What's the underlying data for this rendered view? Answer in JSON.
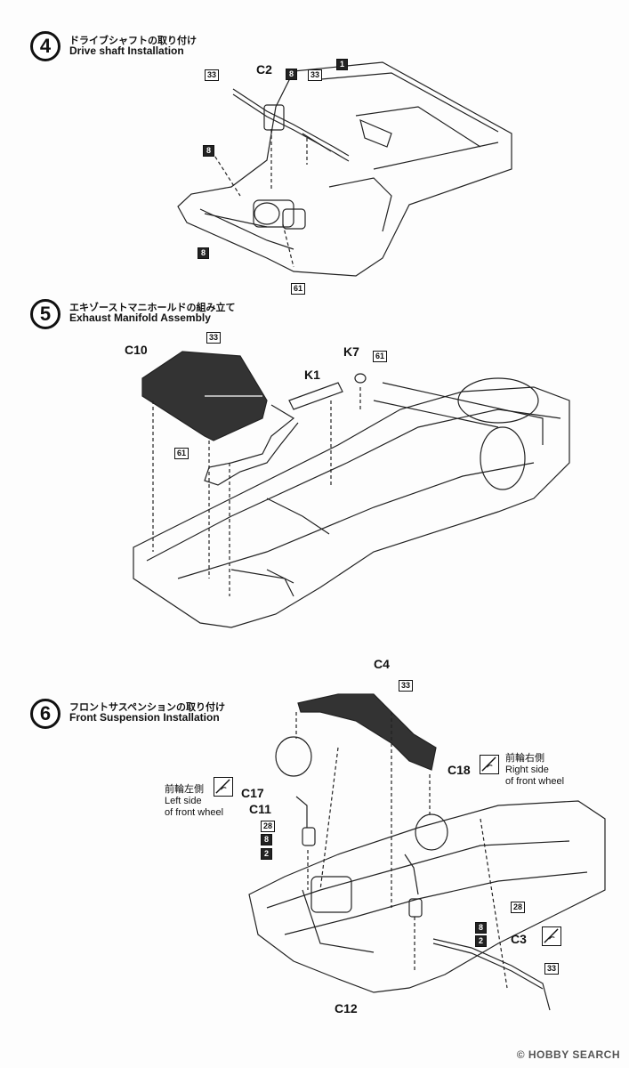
{
  "steps": [
    {
      "number": "4",
      "title_jp": "ドライブシャフトの取り付け",
      "title_en": "Drive shaft Installation",
      "part_labels": [
        "C2"
      ],
      "color_boxes": [
        "33",
        "8",
        "33",
        "1",
        "8",
        "8",
        "61"
      ]
    },
    {
      "number": "5",
      "title_jp": "エキゾーストマニホールドの組み立て",
      "title_en": "Exhaust Manifold Assembly",
      "part_labels": [
        "C10",
        "K1",
        "K7"
      ],
      "color_boxes": [
        "33",
        "61",
        "61"
      ]
    },
    {
      "number": "6",
      "title_jp": "フロントサスペンションの取り付け",
      "title_en": "Front Suspension Installation",
      "part_labels": [
        "C4",
        "C18",
        "C17",
        "C11",
        "C3",
        "C12"
      ],
      "color_boxes": [
        "33",
        "28",
        "8",
        "2",
        "28",
        "8",
        "2",
        "33"
      ],
      "notes": {
        "right_jp": "前輪右側",
        "right_en_1": "Right side",
        "right_en_2": "of front wheel",
        "left_jp": "前輪左側",
        "left_en_1": "Left side",
        "left_en_2": "of front wheel"
      }
    }
  ],
  "watermark": {
    "brand": "HOBBY SEARCH",
    "reg": "©"
  }
}
